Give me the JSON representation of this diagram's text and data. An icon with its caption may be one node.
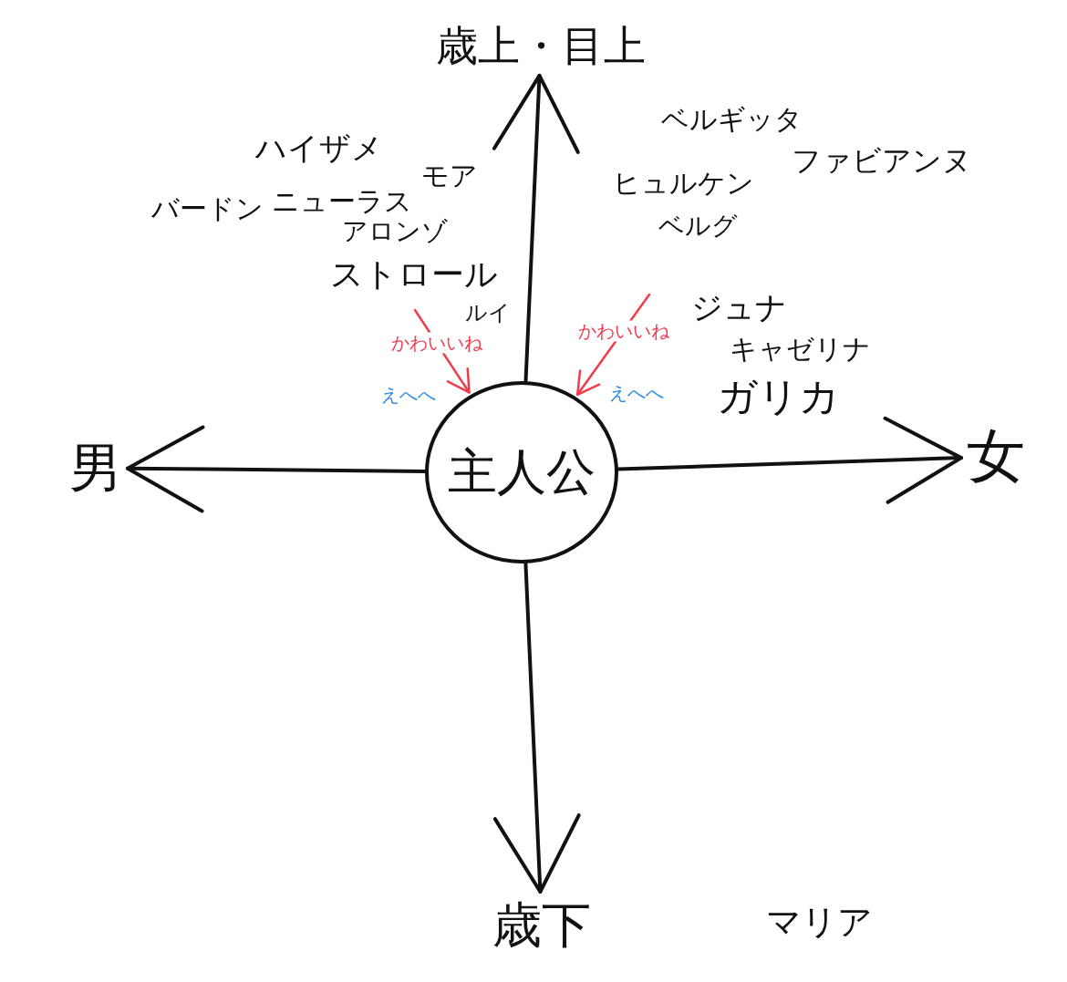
{
  "diagram": {
    "nodes": [
      {
        "text": [
          "歳上・目上"
        ]
      },
      {
        "text": [
          "男"
        ]
      },
      {
        "text": [
          "主人公"
        ],
        "beside": [
          "えへへ",
          "えへへ"
        ]
      },
      {
        "text": [
          "女"
        ]
      },
      {
        "text": [
          "歳下"
        ]
      }
    ],
    "edges": [
      {
        "from": 2,
        "to": 0,
        "arrow": "to"
      },
      {
        "from": 2,
        "to": 1,
        "arrow": "to"
      },
      {
        "from": 2,
        "to": 3,
        "arrow": "to"
      },
      {
        "from": 2,
        "to": 4,
        "arrow": "to"
      },
      {
        "from": null,
        "to": 2,
        "arrow": "to",
        "label": "かわいいね",
        "color": "#f03c4c"
      },
      {
        "from": null,
        "to": 2,
        "arrow": "to",
        "label": "かわいいね",
        "color": "#f03c4c"
      }
    ],
    "labels": [
      "ハイザメ",
      "ベルギッタ",
      "ファビアンヌ",
      "バードン",
      "ニューラス",
      "モア",
      "ヒュルケン",
      "ベルグ",
      "アロンゾ",
      "ストロール",
      "ルイ",
      "ジュナ",
      "キャゼリナ",
      "ガリカ",
      "マリア"
    ]
  }
}
